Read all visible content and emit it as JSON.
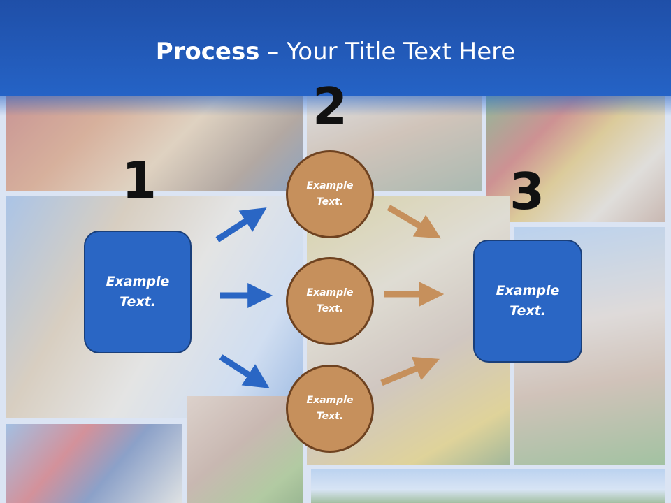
{
  "title": {
    "bold": "Process",
    "rest": " – Your Title Text Here"
  },
  "steps": [
    {
      "number": "1"
    },
    {
      "number": "2"
    },
    {
      "number": "3"
    }
  ],
  "start_box": {
    "line1": "Example",
    "line2": "Text."
  },
  "end_box": {
    "line1": "Example",
    "line2": "Text."
  },
  "circles": [
    {
      "line1": "Example",
      "line2": "Text."
    },
    {
      "line1": "Example",
      "line2": "Text."
    },
    {
      "line1": "Example",
      "line2": "Text."
    }
  ],
  "colors": {
    "header": "#2563c6",
    "box_fill": "#2a66c4",
    "circle_fill": "#c6905c",
    "blue_arrow": "#2a66c4",
    "brown_arrow": "#c6905c"
  }
}
